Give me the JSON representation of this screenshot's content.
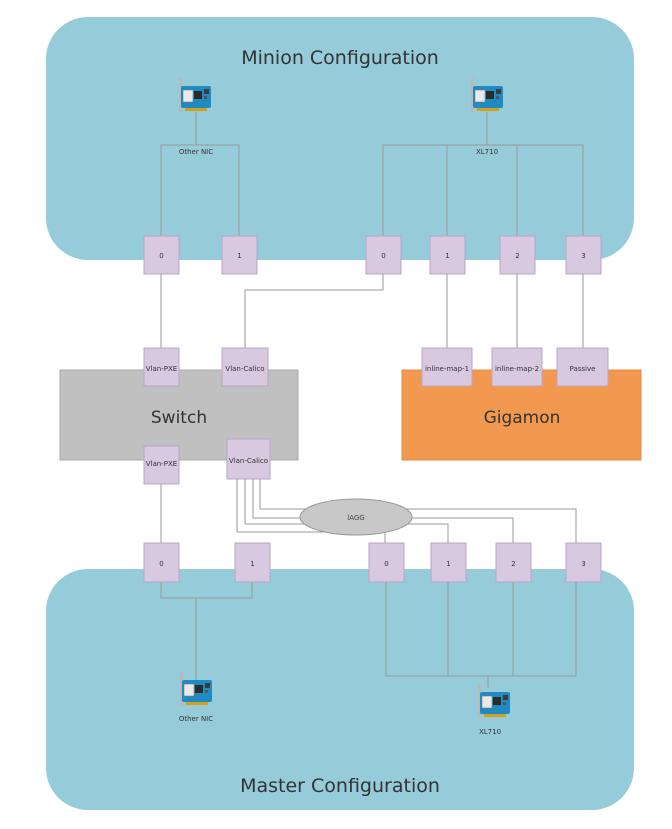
{
  "colors": {
    "region_fill": "#96cbd9",
    "switch_fill": "#c0c0c0",
    "gigamon_fill": "#f3994f",
    "port_fill": "#d8c8e0",
    "lagg_fill": "#c8c8c8",
    "nic_board": "#1e8bc3",
    "wire": "#9a9a9a"
  },
  "minion": {
    "title": "Minion Configuration",
    "other_nic": {
      "label": "Other NIC",
      "icon": "network-card-icon",
      "ports": [
        "0",
        "1"
      ]
    },
    "xl710": {
      "label": "XL710",
      "icon": "network-card-icon",
      "ports": [
        "0",
        "1",
        "2",
        "3"
      ]
    }
  },
  "switch": {
    "title": "Switch",
    "top_ports": [
      "Vlan-PXE",
      "Vlan-Calico"
    ],
    "bottom_ports": [
      "Vlan-PXE",
      "Vlan-Calico"
    ]
  },
  "gigamon": {
    "title": "Gigamon",
    "ports": [
      "inline-map-1",
      "inline-map-2",
      "Passive"
    ]
  },
  "lagg": {
    "label": "lAGG"
  },
  "master": {
    "title": "Master Configuration",
    "other_nic": {
      "label": "Other NIC",
      "icon": "network-card-icon",
      "ports": [
        "0",
        "1"
      ]
    },
    "xl710": {
      "label": "XL710",
      "icon": "network-card-icon",
      "ports": [
        "0",
        "1",
        "2",
        "3"
      ]
    }
  }
}
